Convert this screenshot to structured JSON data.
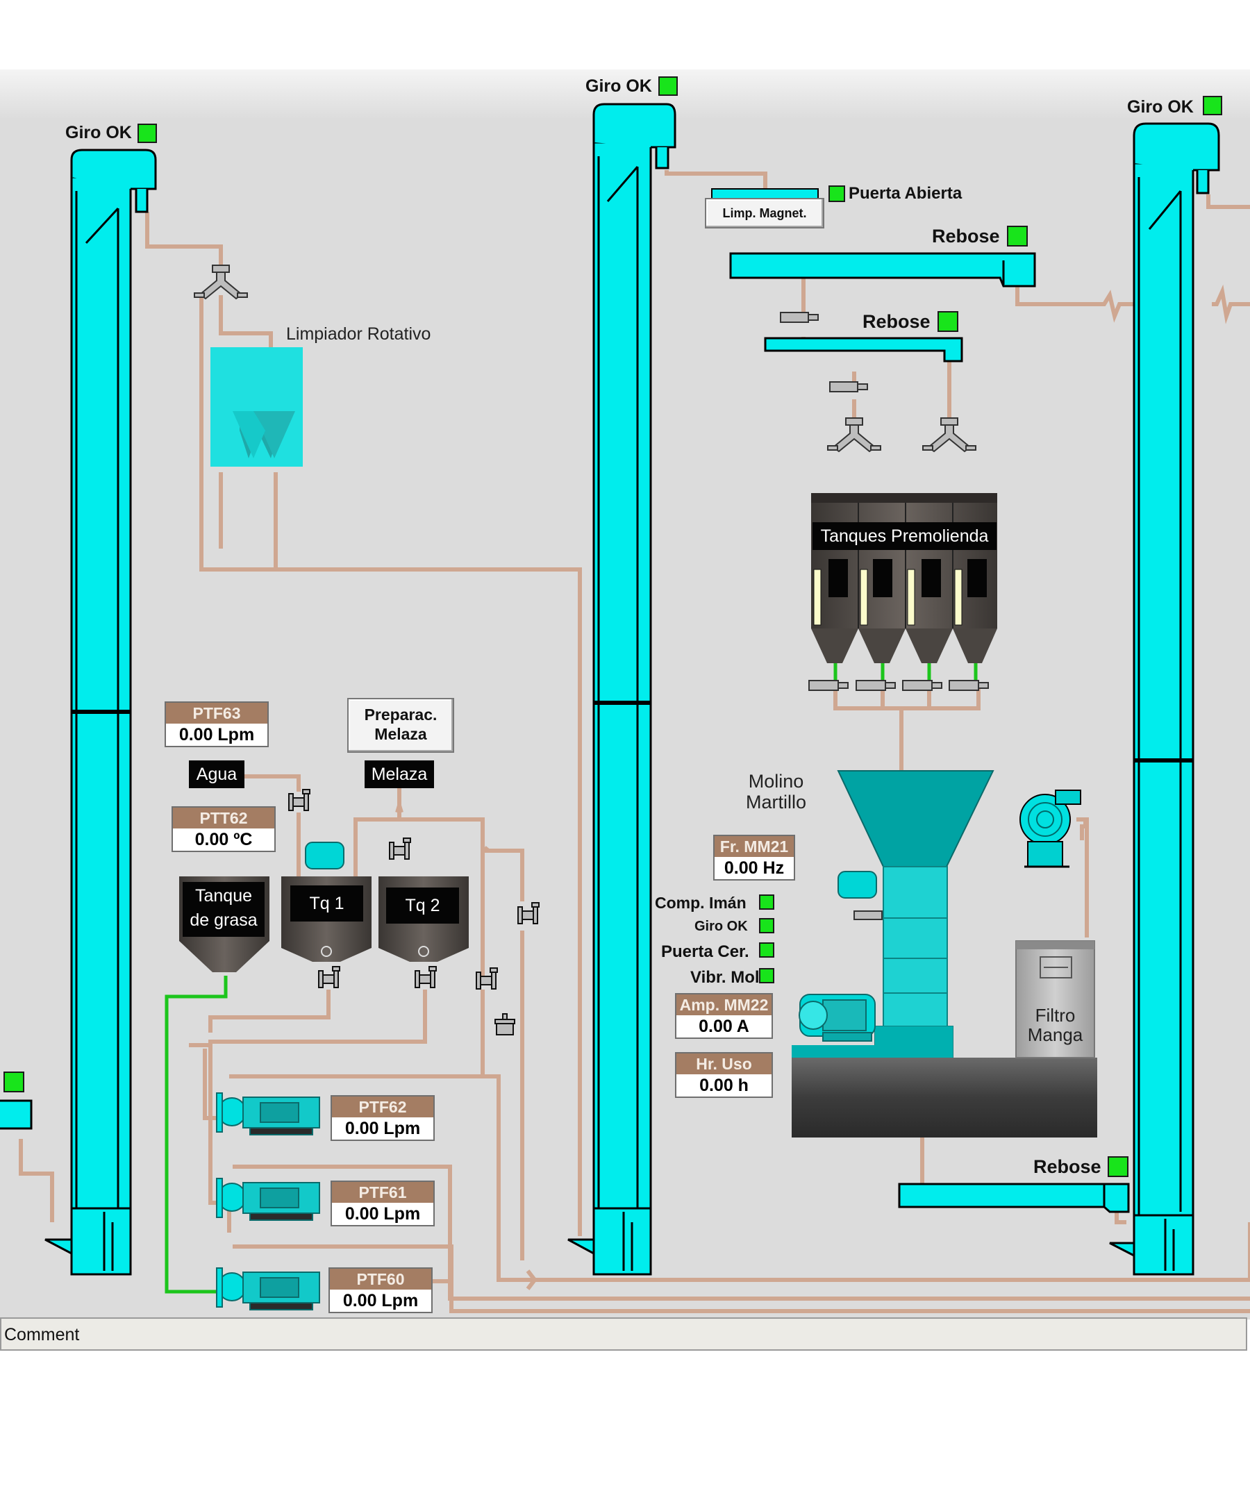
{
  "elevators": {
    "status_label": "Giro OK"
  },
  "cleaner": {
    "label": "Limpiador Rotativo"
  },
  "magnet": {
    "button_label": "Limp. Magnet.",
    "door_label": "Puerta Abierta"
  },
  "overflow": {
    "label": "Rebose"
  },
  "premill_tanks": {
    "label": "Tanques Premolienda"
  },
  "mill": {
    "label_line1": "Molino",
    "label_line2": "Martillo",
    "status": [
      {
        "label": "Comp. Imán"
      },
      {
        "label": "Giro OK"
      },
      {
        "label": "Puerta Cer."
      },
      {
        "label": "Vibr. Mol."
      }
    ]
  },
  "filter": {
    "label_line1": "Filtro",
    "label_line2": "Manga"
  },
  "tags": {
    "ptf63": {
      "name": "PTF63",
      "value": "0.00 Lpm"
    },
    "ptt62": {
      "name": "PTT62",
      "value": "0.00 ºC"
    },
    "mm21": {
      "name": "Fr. MM21",
      "value": "0.00 Hz"
    },
    "mm22": {
      "name": "Amp. MM22",
      "value": "0.00 A"
    },
    "hruso": {
      "name": "Hr. Uso",
      "value": "0.00 h"
    },
    "ptf62": {
      "name": "PTF62",
      "value": "0.00 Lpm"
    },
    "ptf61": {
      "name": "PTF61",
      "value": "0.00 Lpm"
    },
    "ptf60": {
      "name": "PTF60",
      "value": "0.00 Lpm"
    }
  },
  "liquids": {
    "agua_label": "Agua",
    "melaza_label": "Melaza",
    "prep_line1": "Preparac.",
    "prep_line2": "Melaza",
    "grease_tank_line1": "Tanque",
    "grease_tank_line2": "de grasa",
    "tank1_label": "Tq 1",
    "tank2_label": "Tq 2"
  },
  "statusbar": {
    "text": "Comment"
  },
  "colors": {
    "background": "#dcdcdc",
    "equipment": "#00eded",
    "pipe": "#cfa791",
    "active_line": "#1cc51c",
    "lamp_on": "#18e41b",
    "tag_header": "#a47d63"
  }
}
